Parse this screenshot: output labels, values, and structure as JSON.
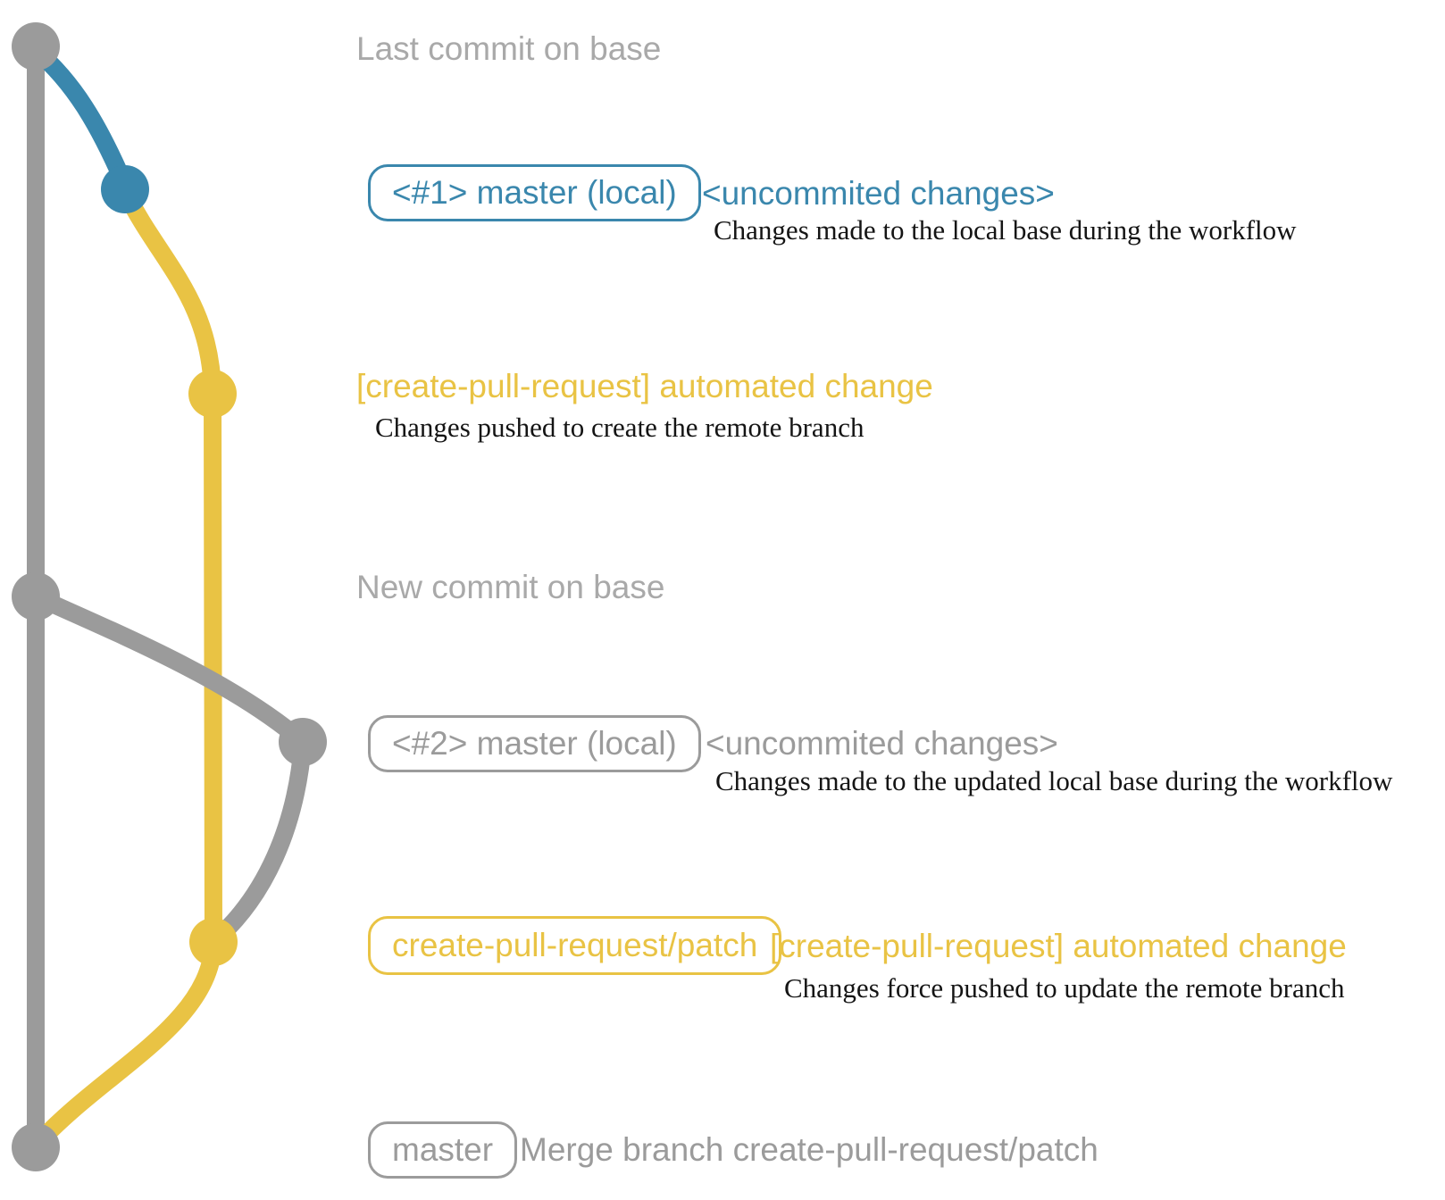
{
  "colors": {
    "gray": "#9b9b9b",
    "gray_light": "#a9a9a9",
    "blue": "#3a87ad",
    "yellow": "#e9c344",
    "text_dark": "#141414"
  },
  "graph": {
    "branches": [
      {
        "name": "base (master remote)",
        "color_key": "gray"
      },
      {
        "name": "master local #1",
        "color_key": "blue"
      },
      {
        "name": "create-pull-request/patch",
        "color_key": "yellow"
      },
      {
        "name": "master local #2",
        "color_key": "gray"
      }
    ],
    "commit_count": 7
  },
  "annotations": {
    "heading_top": "Last commit on base",
    "heading_middle": "New commit on base",
    "row1": {
      "branch_label": "<#1> master (local)",
      "status": "<uncommited changes>",
      "description": "Changes made to the local base during the workflow"
    },
    "row2": {
      "commit_message": "[create-pull-request] automated change",
      "description": "Changes pushed to create the remote branch"
    },
    "row3": {
      "branch_label": "<#2> master (local)",
      "status": "<uncommited changes>",
      "description": "Changes made to the updated local base during the workflow"
    },
    "row4": {
      "branch_label": "create-pull-request/patch",
      "commit_message": "[create-pull-request] automated change",
      "description": "Changes force pushed to update the remote branch"
    },
    "row5": {
      "branch_label": "master",
      "commit_message": "Merge branch create-pull-request/patch"
    }
  }
}
